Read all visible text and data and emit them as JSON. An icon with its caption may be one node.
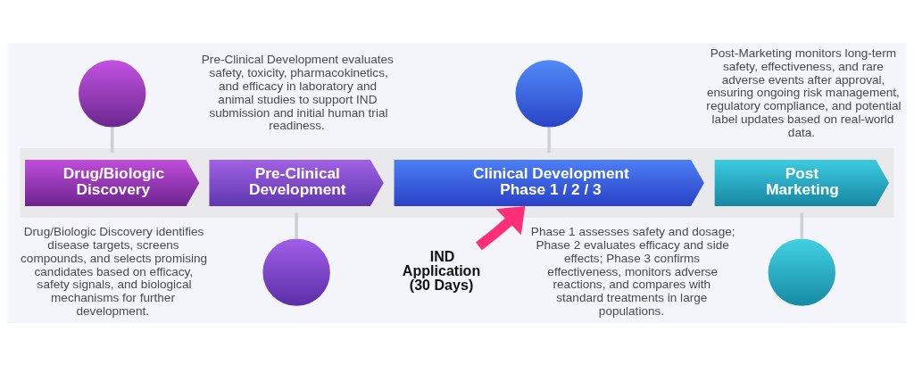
{
  "diagram": {
    "nodes": [
      {
        "text": [],
        "shape": "band"
      },
      {
        "text": [
          "Drug/Biologic Discovery"
        ],
        "in": 0,
        "beside": [
          "Drug/Biologic Discovery identifies disease targets, screens compounds, and selects promising candidates based on efficacy, safety signals, and biological mechanisms for further development."
        ]
      },
      {
        "text": [
          "Pre-Clinical Development"
        ],
        "in": 0,
        "beside": [
          "Pre-Clinical Development evaluates safety, toxicity, pharmacokinetics, and efficacy in laboratory and animal studies to support IND submission and initial human trial readiness."
        ]
      },
      {
        "text": [
          "Clinical Development Phase 1 / 2 / 3"
        ],
        "in": 0,
        "beside": [
          "Phase 1 assesses safety and dosage; Phase 2 evaluates efficacy and side effects; Phase 3 confirms effectiveness, monitors adverse reactions, and compares with standard treatments in large populations."
        ]
      },
      {
        "text": [
          "Post Marketing"
        ],
        "in": 0,
        "beside": [
          "Post-Marketing monitors long-term safety, effectiveness, and rare adverse events after approval, ensuring ongoing risk management, regulatory compliance, and potential label updates based on real-world data."
        ]
      },
      {
        "text": [],
        "shape": "circle"
      },
      {
        "text": [],
        "shape": "circle"
      },
      {
        "text": [],
        "shape": "circle"
      },
      {
        "text": [],
        "shape": "circle"
      },
      {
        "text": [
          "IND Application (30 Days)"
        ]
      }
    ],
    "edges": [
      {
        "from": 1,
        "to": 5,
        "arrow": "none"
      },
      {
        "from": 6,
        "to": 2,
        "arrow": "none"
      },
      {
        "from": 3,
        "to": 7,
        "arrow": "none"
      },
      {
        "from": 8,
        "to": 4,
        "arrow": "none"
      },
      {
        "from": 9,
        "to": 3,
        "arrow": "to",
        "style": "thick",
        "color": "#ff2f77"
      }
    ]
  }
}
